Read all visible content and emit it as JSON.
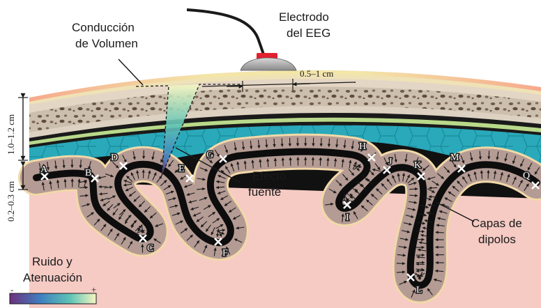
{
  "labels": {
    "electrode": [
      "Electrodo",
      "del EEG"
    ],
    "volume_conduction": [
      "Conducción",
      "de Volumen"
    ],
    "source_effect": [
      "Efecto",
      "fuente"
    ],
    "dipole_layers": [
      "Capas de",
      "dipolos"
    ],
    "noise_attenuation": [
      "Ruido y",
      "Atenuación"
    ]
  },
  "dimensions": {
    "electrode_spacing": "0.5–1 cm",
    "skull_thickness": "1.0–1.2 cm",
    "cortex_thickness": "0.2–0.3 cm"
  },
  "colorbar": {
    "min": "-",
    "max": "+",
    "colors": [
      "#6e2f7e",
      "#3f7fbf",
      "#5fc4b6",
      "#f6f6c0"
    ]
  },
  "points": [
    "A",
    "B",
    "C",
    "D",
    "E",
    "F",
    "G",
    "H",
    "I",
    "J",
    "K",
    "L",
    "M",
    "Q"
  ],
  "colors": {
    "scalp": "#f6a98c",
    "skull": "#c9bba8",
    "csf": "#2aa9ba",
    "cortex": "#b49b94",
    "white_matter": "#f6cbc4",
    "electrode_cap": "#e2202f"
  }
}
